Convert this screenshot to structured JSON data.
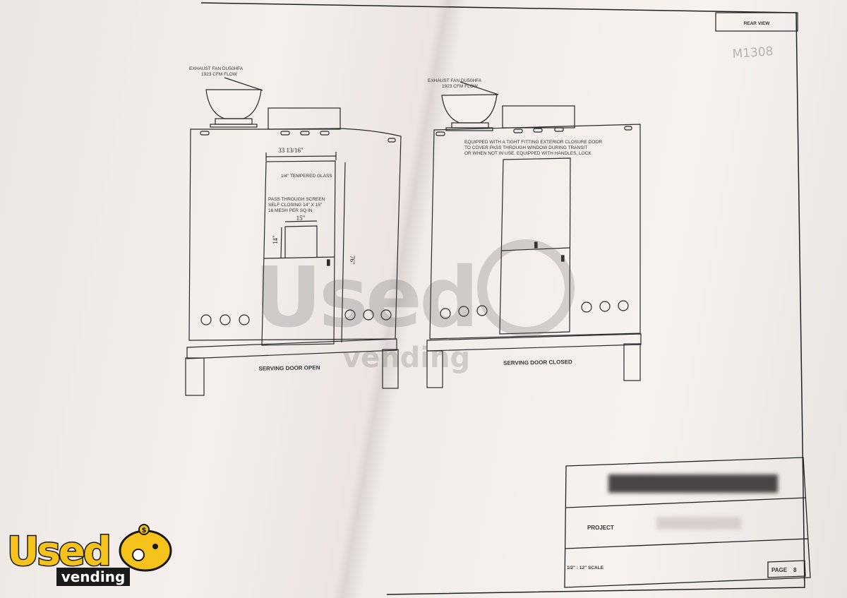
{
  "sheet": {
    "rear_view_label": "REAR VIEW",
    "handwritten_note": "M1308",
    "scale_label": "1/2\" : 12\" SCALE",
    "project_label": "PROJECT",
    "page_label": "PAGE",
    "page_number": "8"
  },
  "left_view": {
    "exhaust_fan_line1": "EXHAUST FAN DU50HFA",
    "exhaust_fan_line2": "1923 CFM FLOW",
    "width_dim": "33 13/16\"",
    "glass_label": "1/4\" TEMPERED GLASS",
    "screen_line1": "PASS THROUGH SCREEN",
    "screen_line2": "SELF CLOSING 14\" X 15\"",
    "screen_line3": "16 MESH PER SQ IN",
    "screen_width_dim": "15\"",
    "screen_height_dim": "14\"",
    "door_height_dim": "76\"",
    "caption": "SERVING DOOR OPEN"
  },
  "right_view": {
    "exhaust_fan_line1": "EXHAUST FAN DU50HFA",
    "exhaust_fan_line2": "1923 CFM FLOW",
    "note_line1": "EQUIPPED WITH A TIGHT FITTING EXTERIOR CLOSURE DOOR",
    "note_line2": "TO COVER PASS THROUGH WINDOW DURING TRANSIT",
    "note_line3": "OR WHEN NOT IN USE. EQUIPPED WITH HANDLES, LOCK",
    "caption": "SERVING DOOR CLOSED"
  },
  "watermark": {
    "word": "Used",
    "sub": "vending"
  },
  "logo": {
    "word": "Used",
    "sub": "vending",
    "colors": {
      "yellow": "#f5c21b",
      "dark": "#1a1a1a"
    }
  }
}
